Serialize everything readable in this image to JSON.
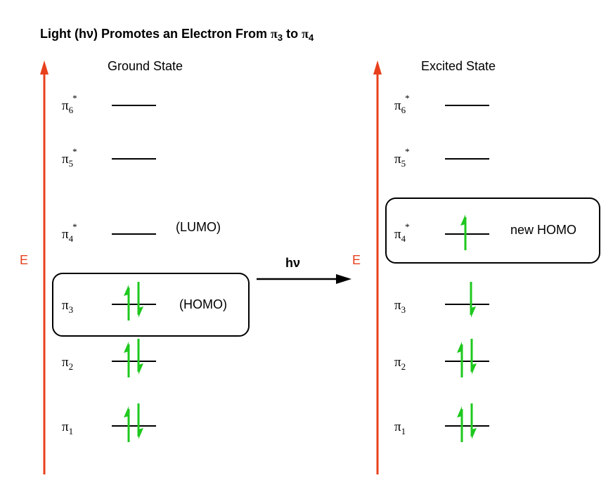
{
  "title": {
    "main": "Light (hν) Promotes an Electron From ",
    "from_pi": "π",
    "from_sub": "3",
    "mid": " to ",
    "to_pi": "π",
    "to_sub": "4"
  },
  "ground": {
    "header": "Ground State",
    "axis_label": "E",
    "levels": [
      {
        "symbol": "π",
        "sub": "6",
        "star": "*"
      },
      {
        "symbol": "π",
        "sub": "5",
        "star": "*"
      },
      {
        "symbol": "π",
        "sub": "4",
        "star": "*"
      },
      {
        "symbol": "π",
        "sub": "3",
        "star": ""
      },
      {
        "symbol": "π",
        "sub": "2",
        "star": ""
      },
      {
        "symbol": "π",
        "sub": "1",
        "star": ""
      }
    ],
    "lumo_label": "(LUMO)",
    "homo_label": "(HOMO)"
  },
  "excited": {
    "header": "Excited State",
    "axis_label": "E",
    "levels": [
      {
        "symbol": "π",
        "sub": "6",
        "star": "*"
      },
      {
        "symbol": "π",
        "sub": "5",
        "star": "*"
      },
      {
        "symbol": "π",
        "sub": "4",
        "star": "*"
      },
      {
        "symbol": "π",
        "sub": "3",
        "star": ""
      },
      {
        "symbol": "π",
        "sub": "2",
        "star": ""
      },
      {
        "symbol": "π",
        "sub": "1",
        "star": ""
      }
    ],
    "homo_label": "new HOMO"
  },
  "transition_label": "hν",
  "colors": {
    "axis": "#e8401c",
    "electron": "#1ec81e",
    "line": "#000000"
  }
}
